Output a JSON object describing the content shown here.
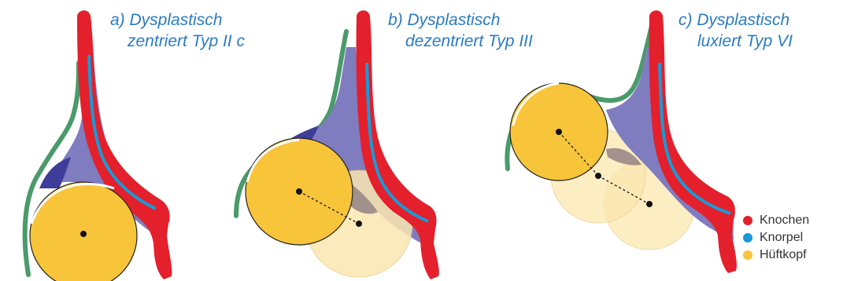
{
  "panels": [
    {
      "id": "a",
      "caption_line1": "a) Dysplastisch",
      "caption_line2": "zentriert Typ II c"
    },
    {
      "id": "b",
      "caption_line1": "b) Dysplastisch",
      "caption_line2": "dezentriert Typ III"
    },
    {
      "id": "c",
      "caption_line1": "c) Dysplastisch",
      "caption_line2": "luxiert Typ VI"
    }
  ],
  "legend": [
    {
      "label": "Knochen",
      "color": "#e3202c"
    },
    {
      "label": "Knorpel",
      "color": "#1a9ad6"
    },
    {
      "label": "Hüftkopf",
      "color": "#f8c43a"
    }
  ],
  "colors": {
    "bone": "#e3202c",
    "cartilage": "#1a9ad6",
    "femoral_head": "#f8c43a",
    "femoral_head_ghost": "#fbe7b0",
    "labrum": "#7f7cc0",
    "labrum_dark": "#3f3d9a",
    "capsule": "#4a9a6a",
    "caption": "#2a7cc0"
  }
}
